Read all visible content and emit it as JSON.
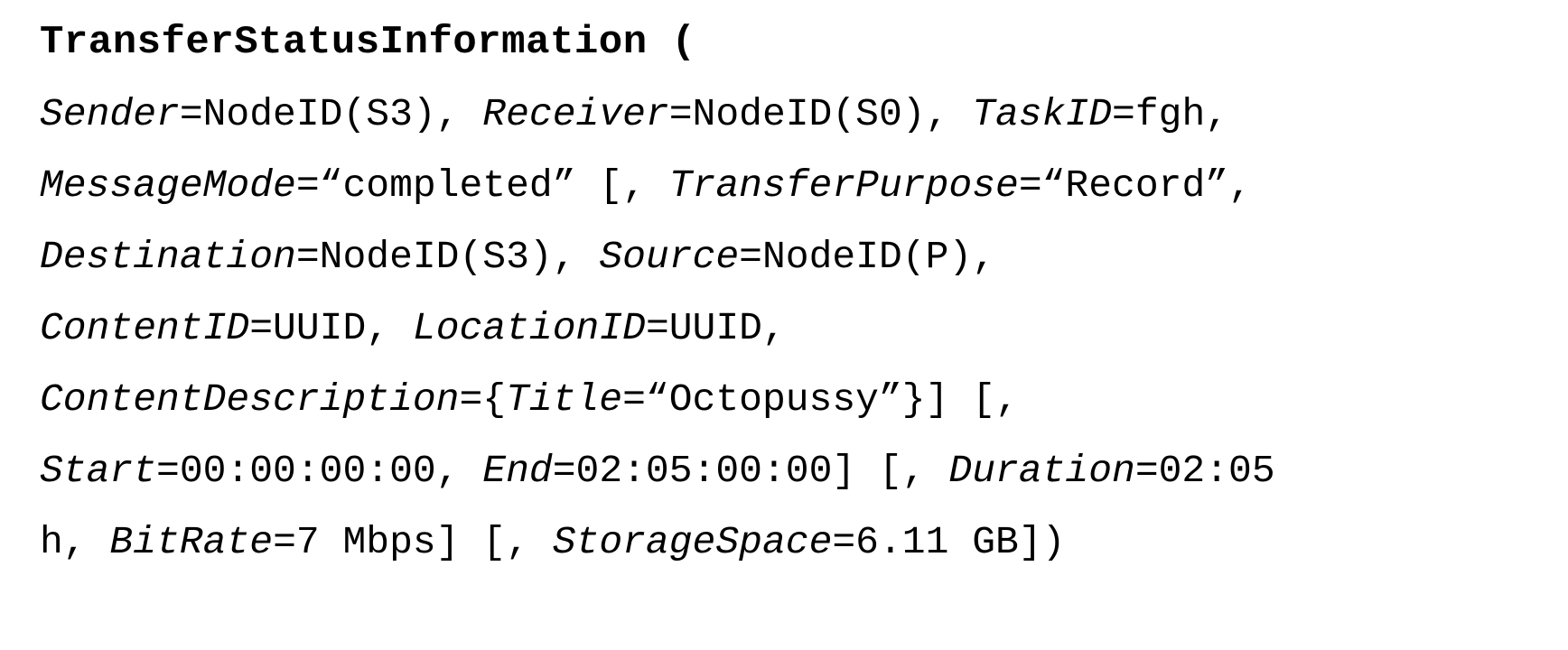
{
  "document": {
    "type": "protocol-message-specification",
    "message_name": "TransferStatusInformation",
    "background_color": "#ffffff",
    "text_color": "#000000"
  },
  "lines": [
    {
      "id": "line-1",
      "text": "TransferStatusInformation (",
      "tokens": [
        {
          "style": "bold",
          "text": "TransferStatusInformation"
        },
        {
          "style": "plain",
          "text": " ("
        }
      ]
    },
    {
      "id": "line-2",
      "text": "Sender=NodeID(S3), Receiver=NodeID(S0), TaskID=fgh,",
      "tokens": [
        {
          "style": "param",
          "text": "Sender"
        },
        {
          "style": "plain",
          "text": "=NodeID(S3), "
        },
        {
          "style": "param",
          "text": "Receiver"
        },
        {
          "style": "plain",
          "text": "=NodeID(S0), "
        },
        {
          "style": "param",
          "text": "TaskID"
        },
        {
          "style": "plain",
          "text": "=fgh,"
        }
      ]
    },
    {
      "id": "line-3",
      "text": "MessageMode=“completed” [, TransferPurpose=“Record”,",
      "tokens": [
        {
          "style": "param",
          "text": "MessageMode"
        },
        {
          "style": "plain",
          "text": "=“completed” [, "
        },
        {
          "style": "param",
          "text": "TransferPurpose"
        },
        {
          "style": "plain",
          "text": "=“Record”,"
        }
      ]
    },
    {
      "id": "line-4",
      "text": "Destination=NodeID(S3), Source=NodeID(P),",
      "tokens": [
        {
          "style": "param",
          "text": "Destination"
        },
        {
          "style": "plain",
          "text": "=NodeID(S3), "
        },
        {
          "style": "param",
          "text": "Source"
        },
        {
          "style": "plain",
          "text": "=NodeID(P),"
        }
      ]
    },
    {
      "id": "line-5",
      "text": "ContentID=UUID, LocationID=UUID,",
      "tokens": [
        {
          "style": "param",
          "text": "ContentID"
        },
        {
          "style": "plain",
          "text": "=UUID, "
        },
        {
          "style": "param",
          "text": "LocationID"
        },
        {
          "style": "plain",
          "text": "=UUID,"
        }
      ]
    },
    {
      "id": "line-6",
      "text": "ContentDescription={Title=“Octopussy”}] [,",
      "tokens": [
        {
          "style": "param",
          "text": "ContentDescription"
        },
        {
          "style": "plain",
          "text": "={"
        },
        {
          "style": "param",
          "text": "Title"
        },
        {
          "style": "plain",
          "text": "=“Octopussy”}] [,"
        }
      ]
    },
    {
      "id": "line-7",
      "text": "Start=00:00:00:00, End=02:05:00:00] [, Duration=02:05",
      "tokens": [
        {
          "style": "param",
          "text": "Start"
        },
        {
          "style": "plain",
          "text": "=00:00:00:00, "
        },
        {
          "style": "param",
          "text": "End"
        },
        {
          "style": "plain",
          "text": "=02:05:00:00] [, "
        },
        {
          "style": "param",
          "text": "Duration"
        },
        {
          "style": "plain",
          "text": "=02:05"
        }
      ]
    },
    {
      "id": "line-8",
      "text": "h, BitRate=7 Mbps] [, StorageSpace=6.11 GB])",
      "tokens": [
        {
          "style": "plain",
          "text": "h, "
        },
        {
          "style": "param",
          "text": "BitRate"
        },
        {
          "style": "plain",
          "text": "=7 Mbps] [, "
        },
        {
          "style": "param",
          "text": "StorageSpace"
        },
        {
          "style": "plain",
          "text": "=6.11 GB])"
        }
      ]
    }
  ],
  "parameters": {
    "Sender": "NodeID(S3)",
    "Receiver": "NodeID(S0)",
    "TaskID": "fgh",
    "MessageMode": "completed",
    "TransferPurpose": "Record",
    "Destination": "NodeID(S3)",
    "Source": "NodeID(P)",
    "ContentID": "UUID",
    "LocationID": "UUID",
    "ContentDescription": "{Title=“Octopussy”}",
    "Title": "Octopussy",
    "Start": "00:00:00:00",
    "End": "02:05:00:00",
    "Duration": "02:05 h",
    "BitRate": "7 Mbps",
    "StorageSpace": "6.11 GB"
  }
}
